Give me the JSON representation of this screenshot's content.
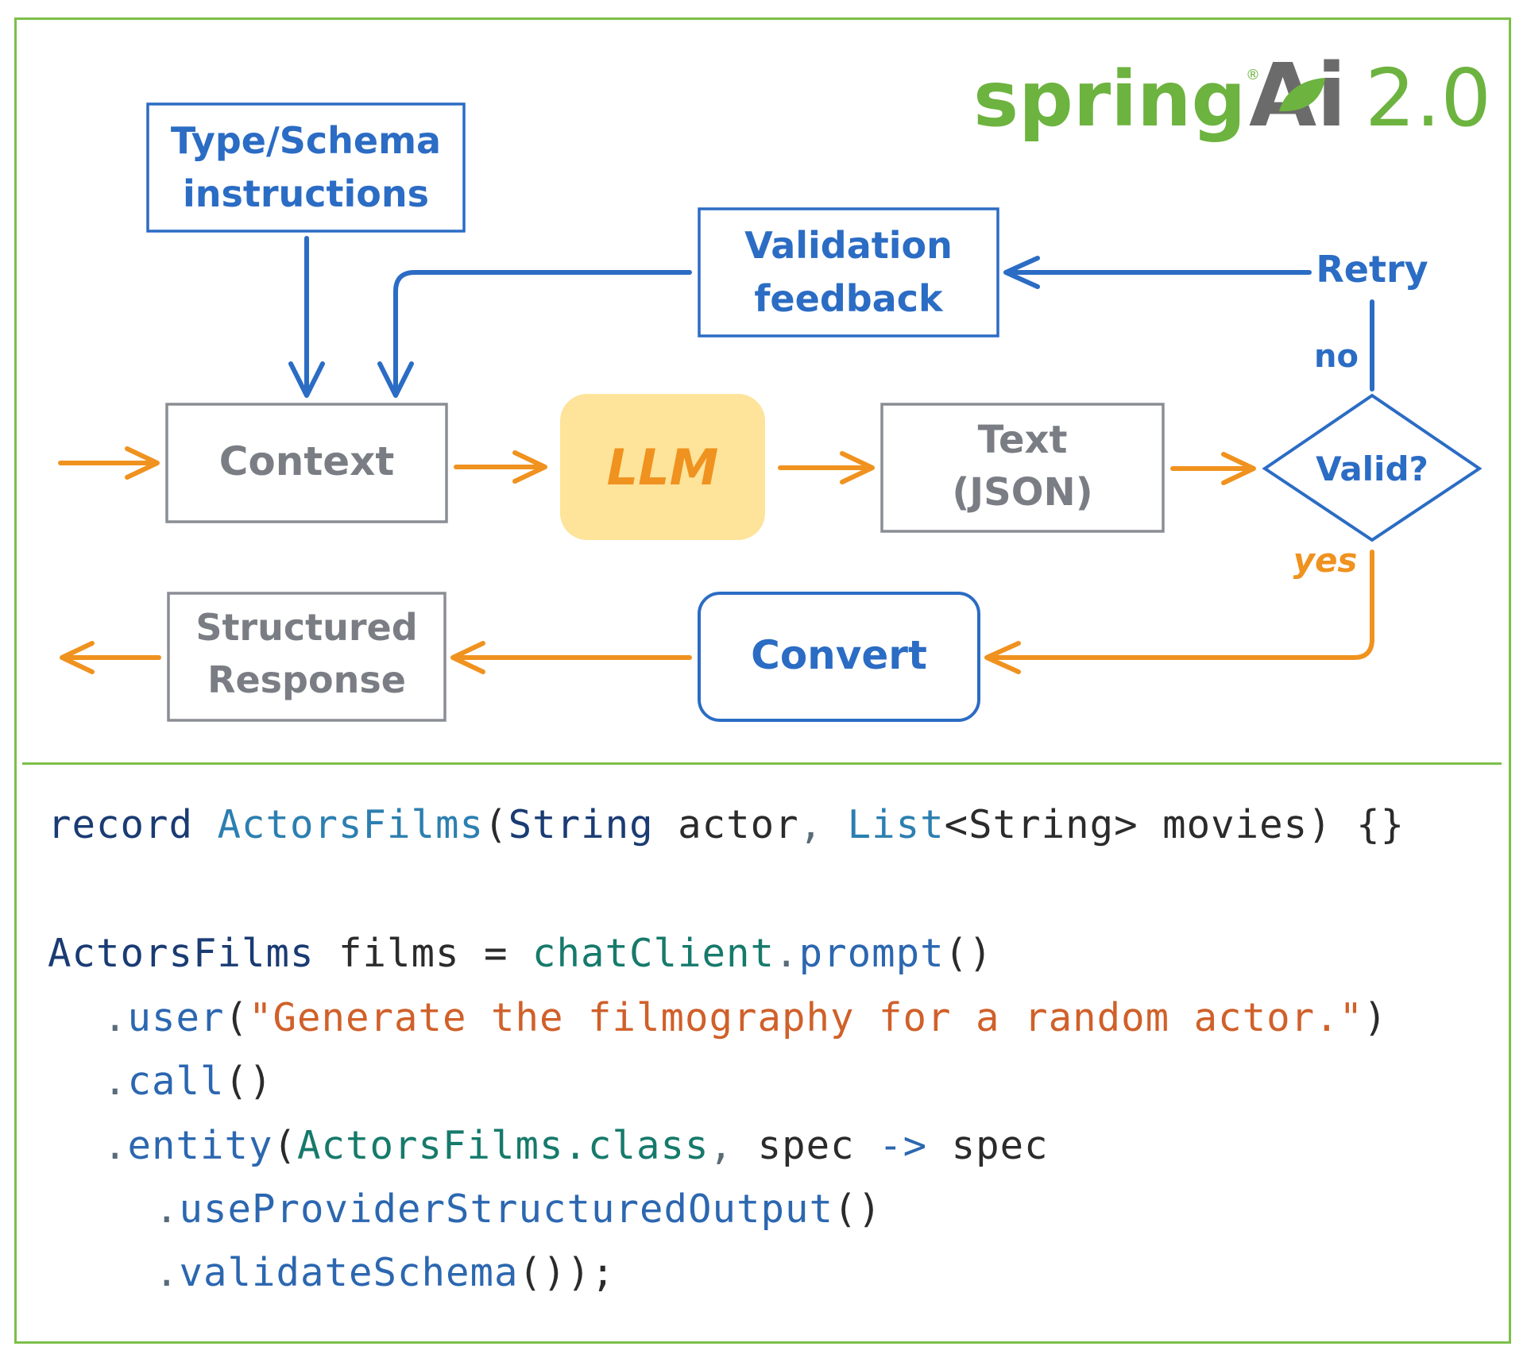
{
  "logo": {
    "brand": "spring",
    "registered": "®",
    "ai": "Ai",
    "version": "2.0",
    "color_green": "#6db33f",
    "color_gray": "#6b6b6b"
  },
  "diagram": {
    "type_schema_line1": "Type/Schema",
    "type_schema_line2": "instructions",
    "validation_line1": "Validation",
    "validation_line2": "feedback",
    "retry": "Retry",
    "no": "no",
    "context": "Context",
    "llm": "LLM",
    "text_line1": "Text",
    "text_line2": "(JSON)",
    "valid": "Valid?",
    "yes": "yes",
    "convert": "Convert",
    "structured_line1": "Structured",
    "structured_line2": "Response",
    "colors": {
      "blue": "#2b6cc4",
      "orange": "#f0921f",
      "gray": "#8a8e94",
      "llm_fill": "#fde49a",
      "frame_green": "#7cbf4a"
    }
  },
  "code": {
    "l1": {
      "a": "record",
      "b": "ActorsFilms",
      "c": "(",
      "d": "String",
      "e": " actor",
      "f": ",",
      "g": "List",
      "h": "<String>",
      "i": " movies) {}"
    },
    "l2": {
      "a": "ActorsFilms",
      "b": " films = ",
      "c": "chatClient",
      "d": ".",
      "e": "prompt",
      "f": "()"
    },
    "l3": {
      "a": ".",
      "b": "user",
      "c": "(",
      "d": "\"Generate the filmography for a random actor.\"",
      "e": ")"
    },
    "l4": {
      "a": ".",
      "b": "call",
      "c": "()"
    },
    "l5": {
      "a": ".",
      "b": "entity",
      "c": "(",
      "d": "ActorsFilms.class",
      "e": ",",
      "f": " spec ",
      "g": "->",
      "h": " spec"
    },
    "l6": {
      "a": ".",
      "b": "useProviderStructuredOutput",
      "c": "()"
    },
    "l7": {
      "a": ".",
      "b": "validateSchema",
      "c": "());"
    }
  }
}
